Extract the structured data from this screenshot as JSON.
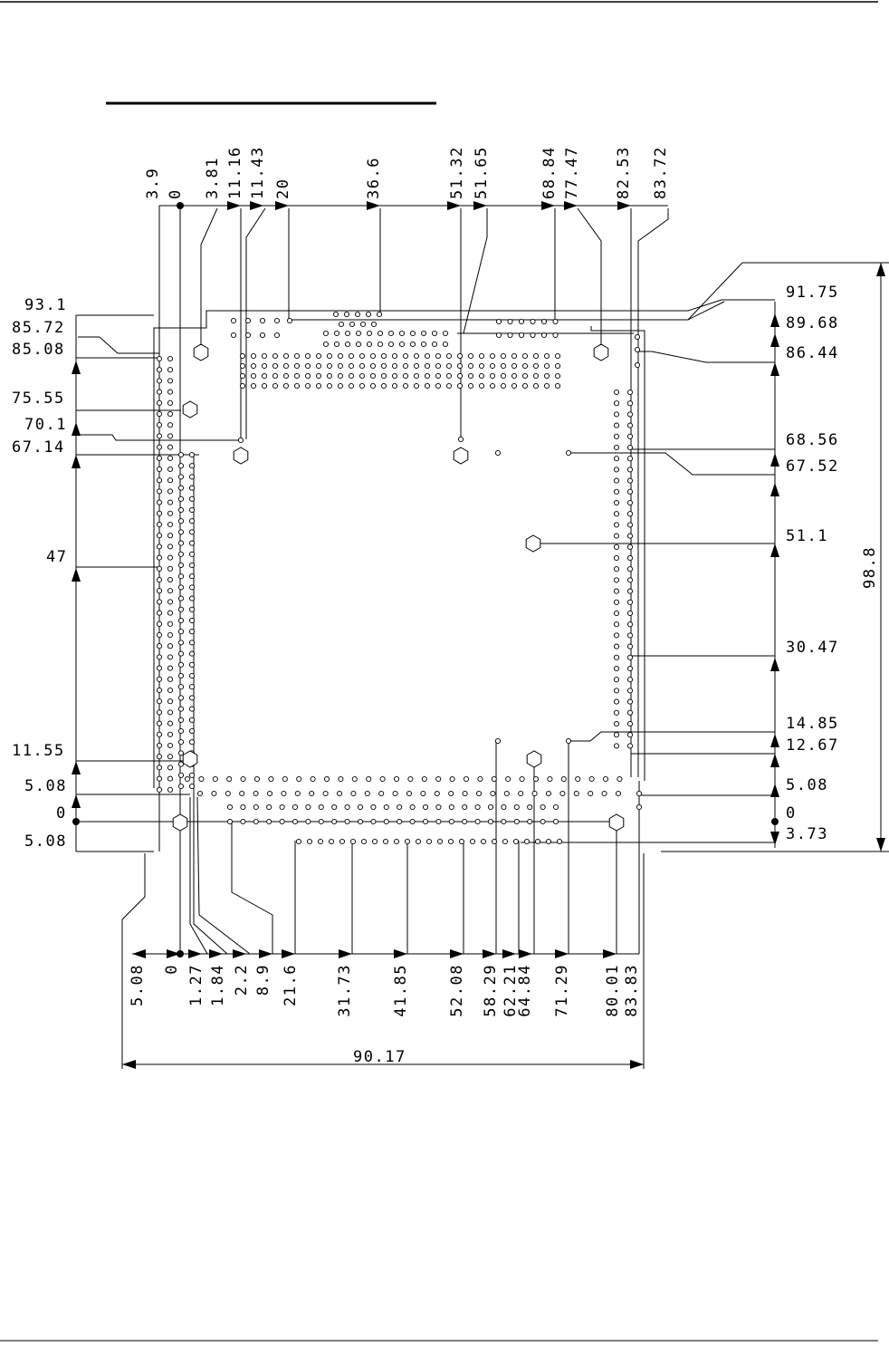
{
  "drawing": {
    "top_labels": [
      "3.9",
      "0",
      "3.81",
      "11.16",
      "11.43",
      "20",
      "36.6",
      "51.32",
      "51.65",
      "68.84",
      "77.47",
      "82.53",
      "83.72"
    ],
    "bottom_labels": [
      "5.08",
      "0",
      "1.27",
      "1.84",
      "2.2",
      "8.9",
      "21.6",
      "31.73",
      "41.85",
      "52.08",
      "58.29",
      "62.21",
      "64.84",
      "71.29",
      "80.01",
      "83.83"
    ],
    "left_labels": [
      "93.1",
      "85.72",
      "85.08",
      "75.55",
      "70.1",
      "67.14",
      "47",
      "11.55",
      "5.08",
      "0",
      "5.08"
    ],
    "right_labels": [
      "91.75",
      "89.68",
      "86.44",
      "68.56",
      "67.52",
      "51.1",
      "30.47",
      "14.85",
      "12.67",
      "5.08",
      "0",
      "3.73"
    ],
    "overall_width": "90.17",
    "overall_height": "98.8"
  }
}
